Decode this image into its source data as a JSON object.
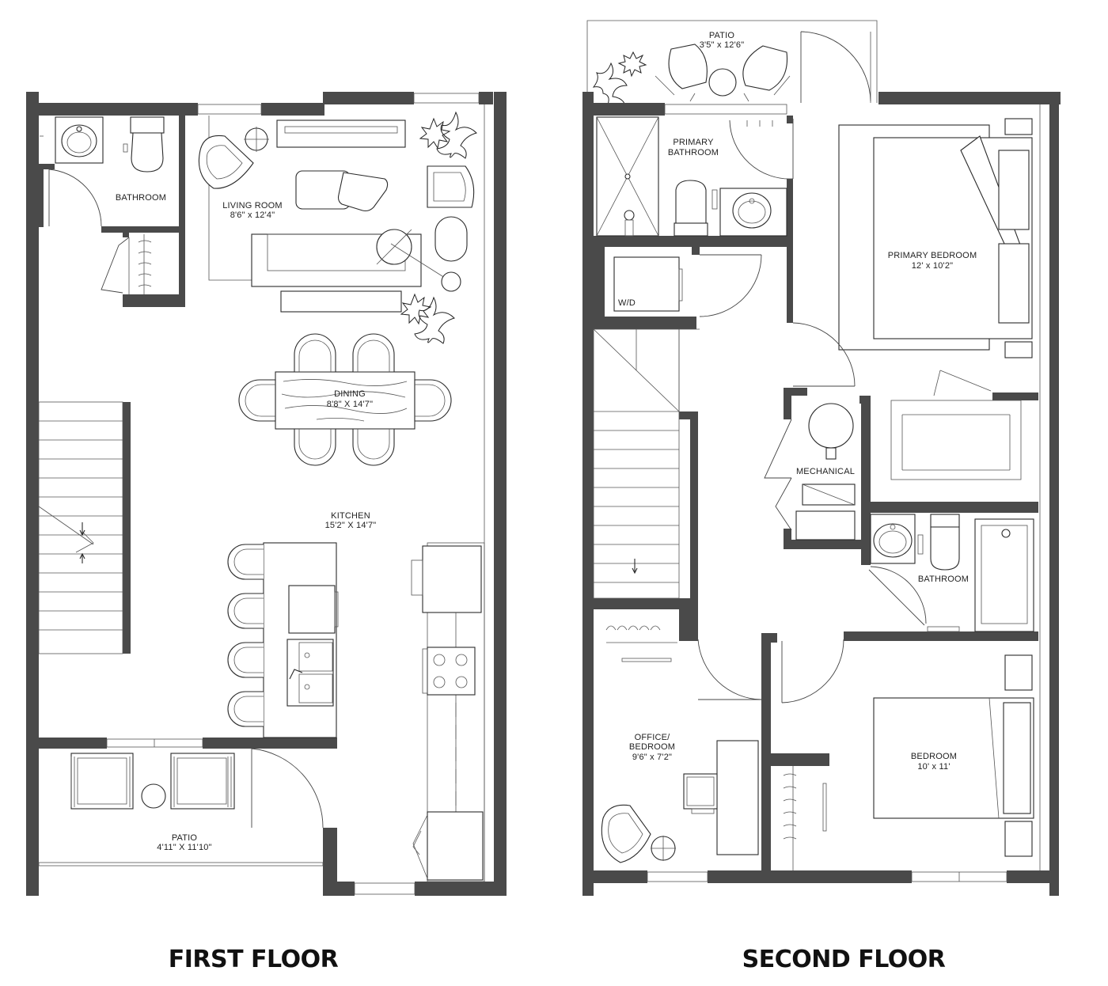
{
  "floors": [
    {
      "title": "FIRST FLOOR",
      "rooms": [
        {
          "name": "BATHROOM",
          "dims": ""
        },
        {
          "name": "LIVING ROOM",
          "dims": "8'6\" x 12'4\""
        },
        {
          "name": "DINING",
          "dims": "8'8\" X 14'7\""
        },
        {
          "name": "KITCHEN",
          "dims": "15'2\" X 14'7\""
        },
        {
          "name": "PATIO",
          "dims": "4'11\" X 11'10\""
        }
      ]
    },
    {
      "title": "SECOND FLOOR",
      "rooms": [
        {
          "name": "PATIO",
          "dims": "3'5\" x 12'6\""
        },
        {
          "name": "PRIMARY",
          "dims": "BATHROOM"
        },
        {
          "name": "PRIMARY BEDROOM",
          "dims": "12' x 10'2\""
        },
        {
          "name": "W/D",
          "dims": ""
        },
        {
          "name": "MECHANICAL",
          "dims": ""
        },
        {
          "name": "BATHROOM",
          "dims": ""
        },
        {
          "name": "OFFICE/",
          "dims": "BEDROOM",
          "dims2": "9'6\" x 7'2\""
        },
        {
          "name": "BEDROOM",
          "dims": "10' x 11'"
        }
      ]
    }
  ]
}
